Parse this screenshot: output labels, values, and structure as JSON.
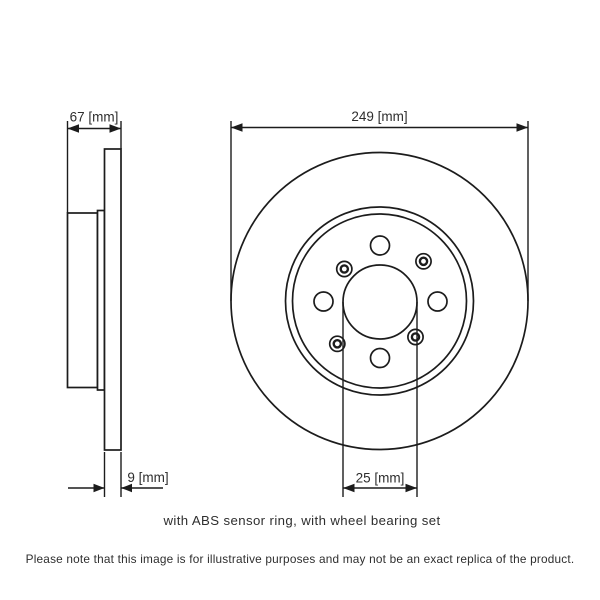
{
  "diagram": {
    "title": "brake-disc-technical-drawing",
    "colors": {
      "background": "#ffffff",
      "line": "#1c1c1c",
      "text": "#2e2e2e"
    },
    "side_view": {
      "width_dim_label": "67 [mm]",
      "thickness_dim_label": "9 [mm]"
    },
    "front_view": {
      "diameter_dim_label": "249 [mm]",
      "bore_dim_label": "25 [mm]",
      "bolt_hole_count": 4,
      "abs_ring_hole_count": 4
    },
    "caption": "with ABS sensor ring, with wheel bearing set",
    "disclaimer": "Please note that this image is for illustrative purposes and may not be an exact replica of the product."
  }
}
